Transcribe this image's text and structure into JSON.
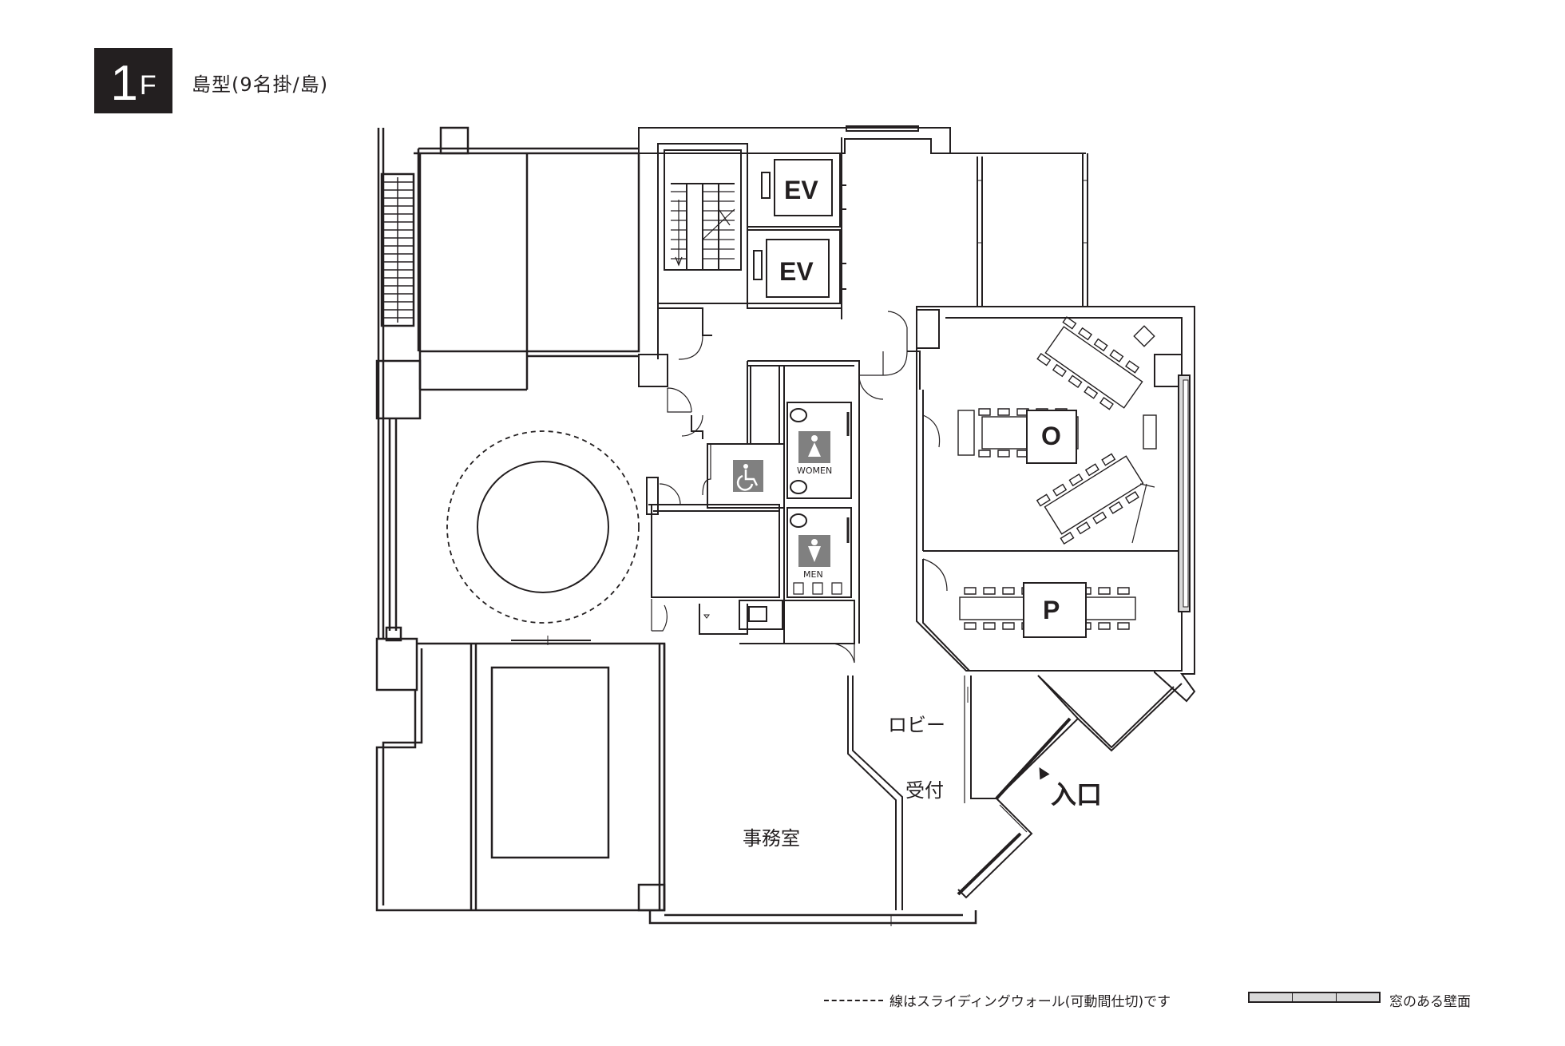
{
  "header": {
    "floor_number": "1",
    "floor_letter": "F",
    "layout_title": "島型(9名掛/島)"
  },
  "rooms": {
    "ev_top": "EV",
    "ev_bottom": "EV",
    "room_o": "O",
    "room_p": "P",
    "women": "WOMEN",
    "men": "MEN",
    "lobby": "ロビー",
    "reception": "受付",
    "office": "事務室",
    "entrance": "入口"
  },
  "icons": {
    "accessible": "wheelchair-icon",
    "women": "women-restroom-icon",
    "men": "men-restroom-icon"
  },
  "legend": {
    "sliding_wall": "線はスライディングウォール(可動間仕切)です",
    "window_wall": "窓のある壁面"
  },
  "colors": {
    "line": "#231f20",
    "window_fill": "#d9d9d9",
    "icon_fill": "#808080"
  }
}
